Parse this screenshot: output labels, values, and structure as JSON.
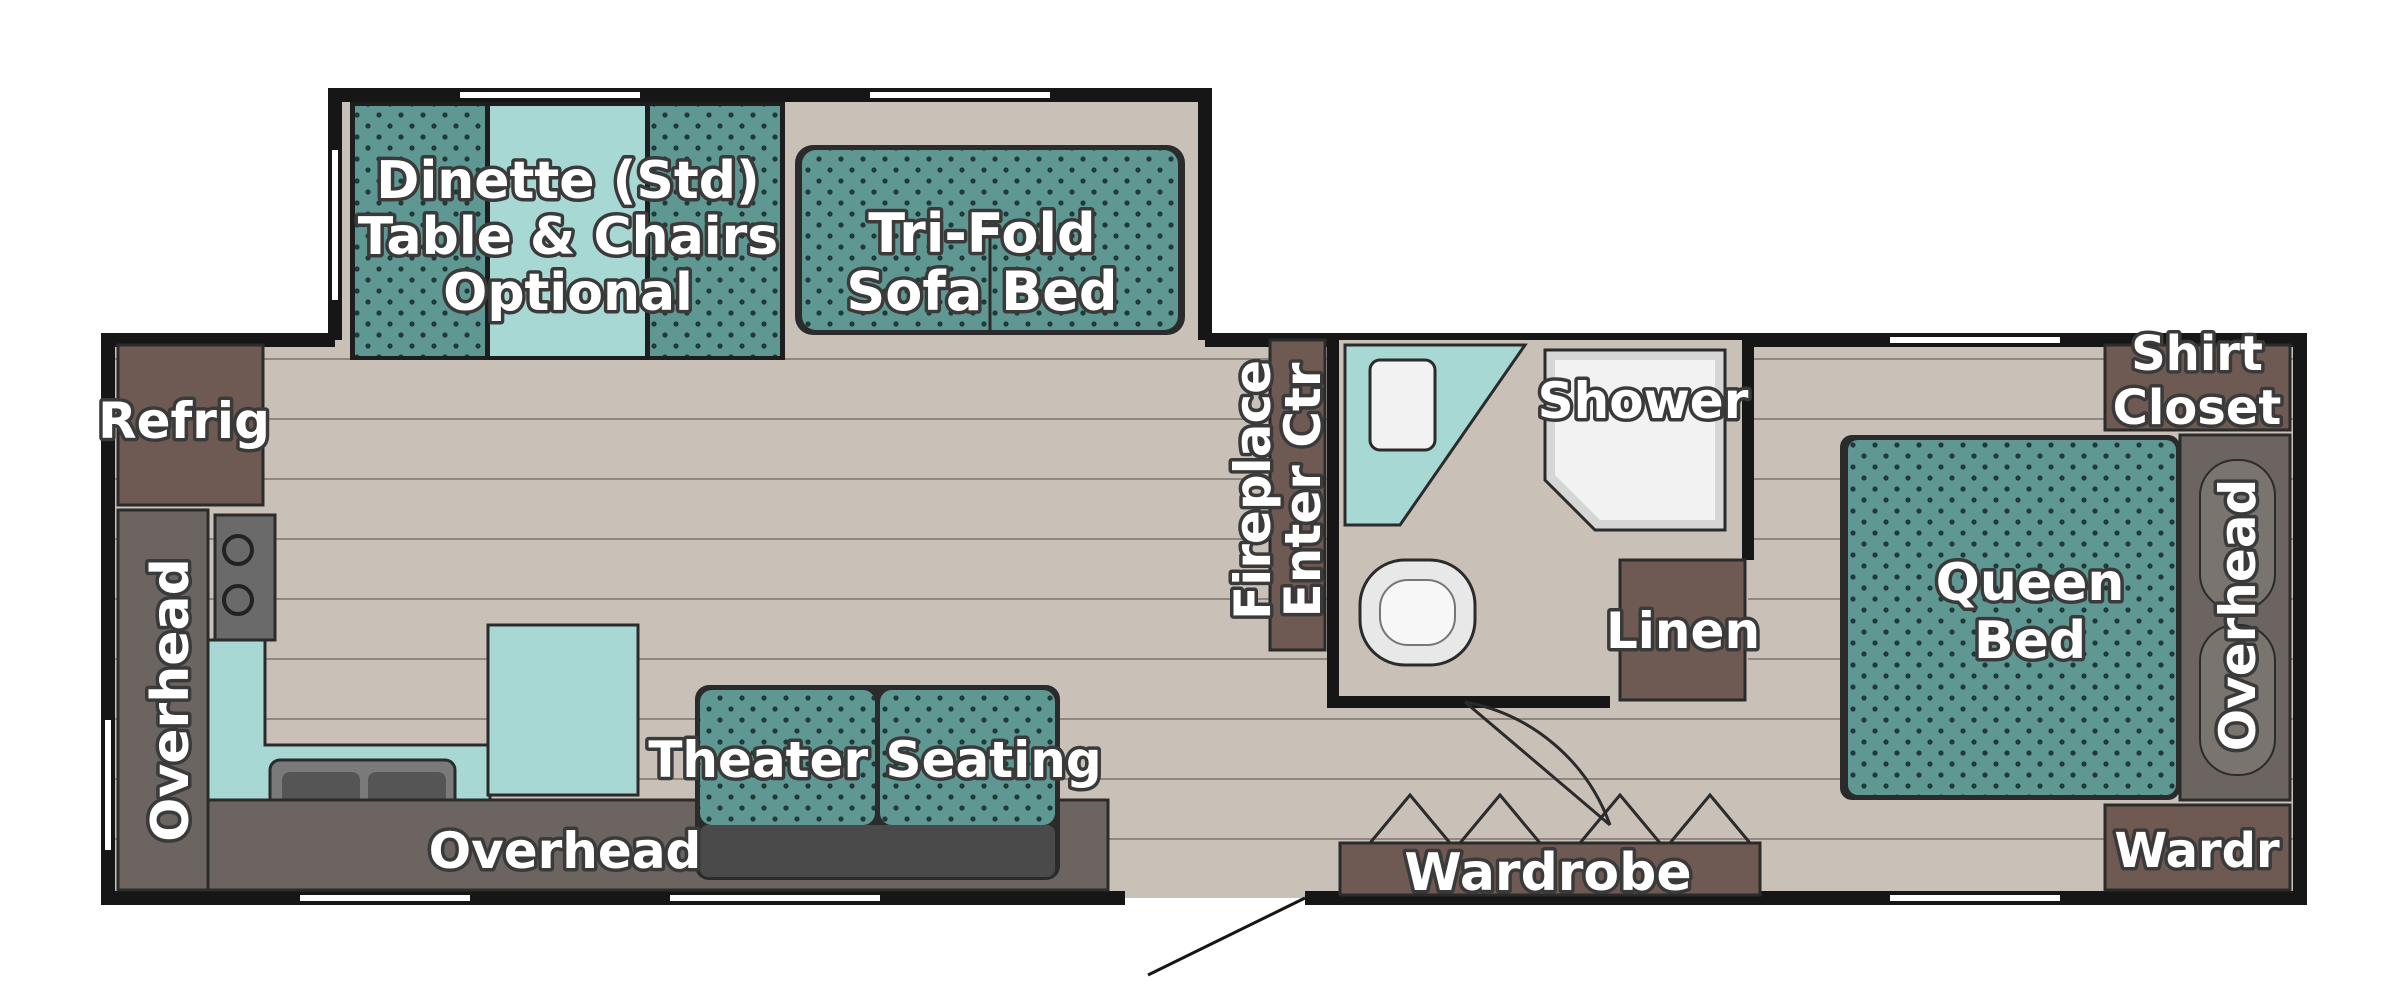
{
  "colors": {
    "floor": "#c9c1b8",
    "floor_lines": "#8f8780",
    "wall": "#161616",
    "teal_fabric": "#5f9893",
    "light_teal": "#a8d8d3",
    "cabinet": "#6e5a52",
    "appliance": "#6a6a6a",
    "white_fixture": "#f2f2f2"
  },
  "labels": {
    "dinette": [
      "Dinette (Std)",
      "Table & Chairs",
      "Optional"
    ],
    "sofa": [
      "Tri-Fold",
      "Sofa Bed"
    ],
    "refrig": "Refrig",
    "overhead_left": "Overhead",
    "overhead_kitchen": "Overhead",
    "theater": "Theater Seating",
    "fireplace": [
      "Fireplace",
      "Enter Ctr"
    ],
    "shower": "Shower",
    "linen": "Linen",
    "wardrobe": "Wardrobe",
    "shirt_closet": [
      "Shirt",
      "Closet"
    ],
    "queen_bed": [
      "Queen",
      "Bed"
    ],
    "overhead_right": "Overhead",
    "wardr": "Wardr"
  }
}
